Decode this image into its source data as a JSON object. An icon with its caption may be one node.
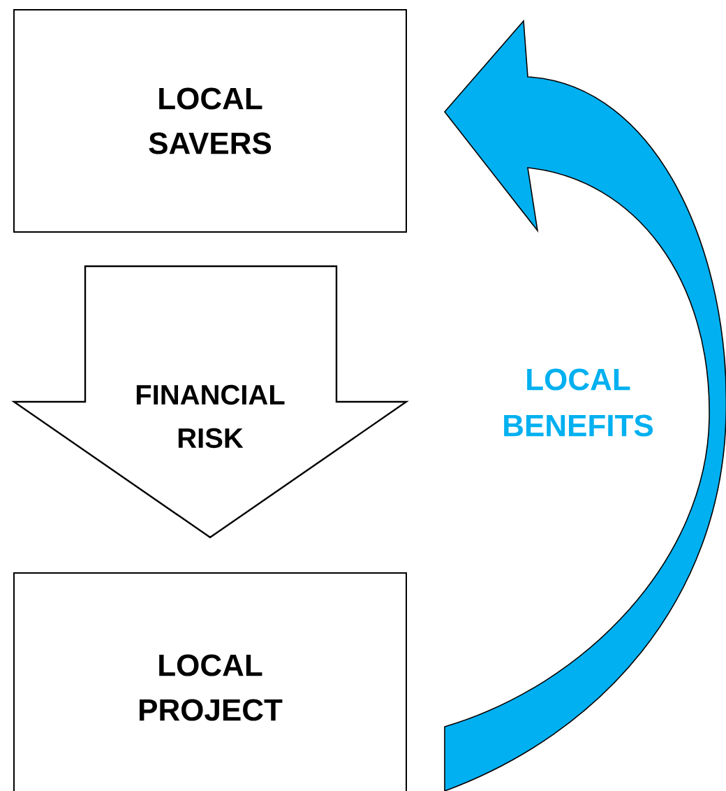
{
  "diagram": {
    "nodes": [
      {
        "text": [
          "LOCAL SAVERS"
        ]
      },
      {
        "text": [
          "LOCAL PROJECT"
        ]
      }
    ],
    "edges": [
      {
        "from": 0,
        "to": 1,
        "arrow": "to",
        "label": "FINANCIAL RISK",
        "style": "thick"
      },
      {
        "from": 1,
        "to": 0,
        "arrow": "to",
        "label": "LOCAL BENEFITS",
        "color": "#00b0f0"
      }
    ]
  }
}
